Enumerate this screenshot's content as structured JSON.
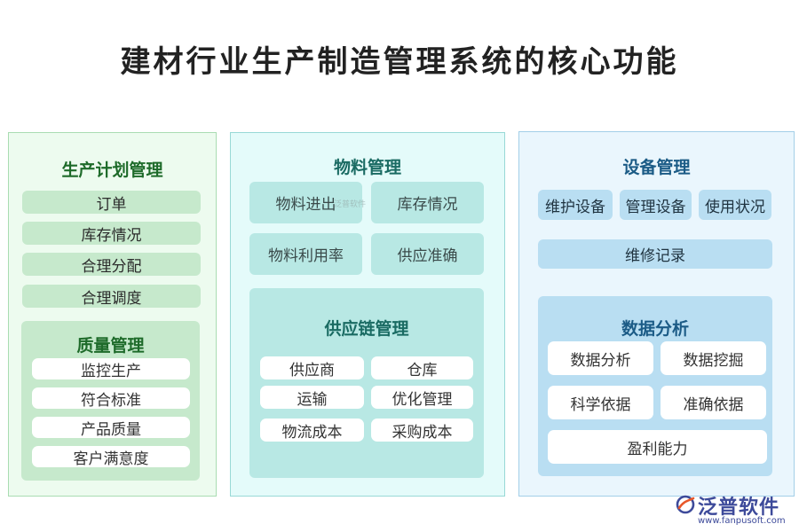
{
  "title": "建材行业生产制造管理系统的核心功能",
  "left": {
    "heading": "生产计划管理",
    "items": [
      "订单",
      "库存情况",
      "合理分配",
      "合理调度"
    ],
    "sub": {
      "heading": "质量管理",
      "items": [
        "监控生产",
        "符合标准",
        "产品质量",
        "客户满意度"
      ]
    }
  },
  "middle": {
    "heading": "物料管理",
    "tiles": [
      "物料进出",
      "库存情况",
      "物料利用率",
      "供应准确"
    ],
    "watermark": "泛普软件",
    "sub": {
      "heading": "供应链管理",
      "items": [
        "供应商",
        "仓库",
        "运输",
        "优化管理",
        "物流成本",
        "采购成本"
      ]
    }
  },
  "right": {
    "heading": "设备管理",
    "tiles": [
      "维护设备",
      "管理设备",
      "使用状况"
    ],
    "wide": "维修记录",
    "sub": {
      "heading": "数据分析",
      "items": [
        "数据分析",
        "数据挖掘",
        "科学依据",
        "准确依据"
      ],
      "wide": "盈利能力"
    }
  },
  "logo": {
    "text": "泛普软件",
    "url": "www.fanpusoft.com"
  },
  "colors": {
    "left_heading": "#1e6b2a",
    "mid_heading": "#1a6b63",
    "right_heading": "#1b5b86",
    "logo": "#3d4a9a",
    "logo_accent": "#e8582a"
  }
}
